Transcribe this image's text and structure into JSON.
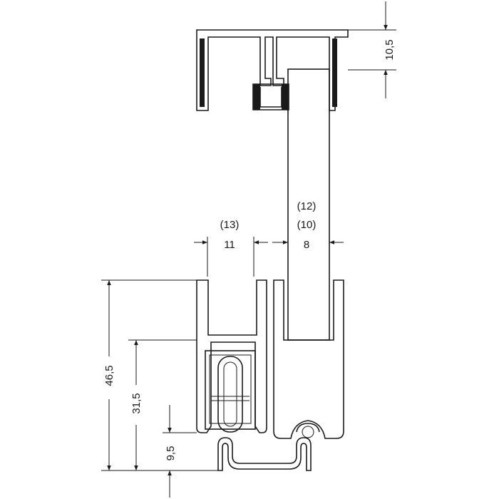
{
  "dimensions": {
    "top_height": "10,5",
    "left_slot_width_alt": "(13)",
    "left_slot_width": "11",
    "right_slot_width_alt1": "(12)",
    "right_slot_width_alt2": "(10)",
    "right_slot_width": "8",
    "total_height": "46,5",
    "mid_height": "31,5",
    "bottom_height": "9,5"
  },
  "colors": {
    "line": "#1a1a1a",
    "background": "#ffffff"
  }
}
